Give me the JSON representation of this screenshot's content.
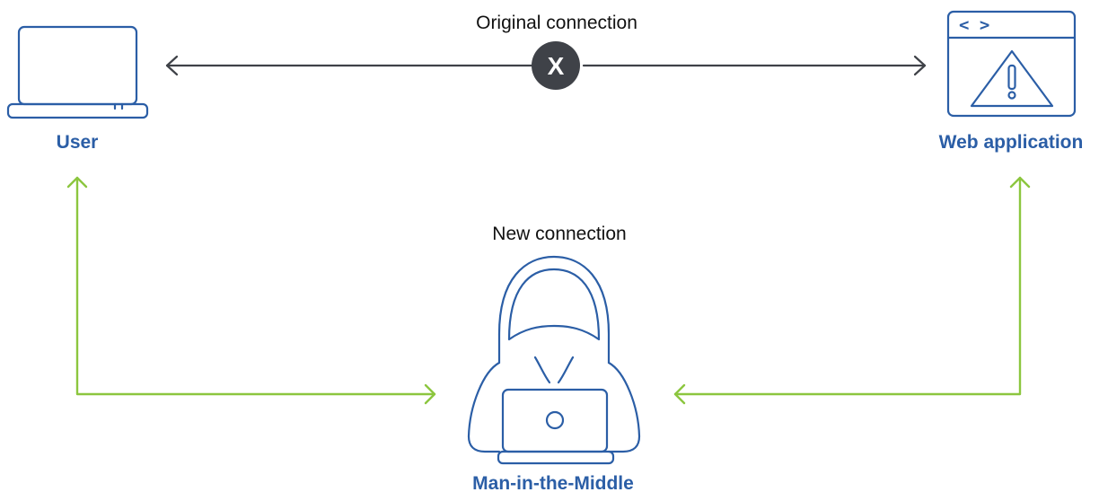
{
  "colors": {
    "node_blue": "#2b5ea6",
    "new_connection_green": "#8cc63f",
    "original_connection_gray": "#3f4248",
    "blocked_badge_fill": "#3f4248",
    "blocked_badge_text": "#ffffff",
    "label_text": "#111111"
  },
  "connections": {
    "original": {
      "label": "Original connection",
      "status_symbol": "X"
    },
    "new": {
      "label": "New connection"
    }
  },
  "nodes": {
    "user": {
      "label": "User",
      "icon": "laptop-icon"
    },
    "web_app": {
      "label": "Web application",
      "icon": "browser-warning-icon",
      "code_symbol": "< >"
    },
    "attacker": {
      "label": "Man-in-the-Middle",
      "icon": "hooded-hacker-icon"
    }
  }
}
